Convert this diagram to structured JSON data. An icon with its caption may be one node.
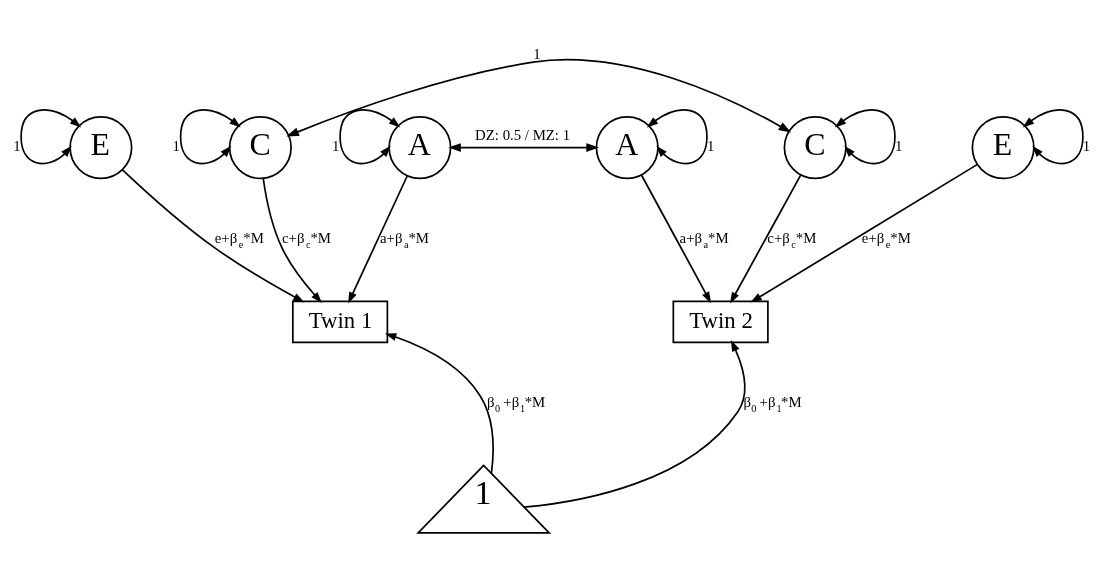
{
  "diagram": {
    "nodes": [
      {
        "text": [
          "E"
        ]
      },
      {
        "text": [
          "C"
        ]
      },
      {
        "text": [
          "A"
        ]
      },
      {
        "text": [
          "A"
        ]
      },
      {
        "text": [
          "C"
        ]
      },
      {
        "text": [
          "E"
        ]
      },
      {
        "text": [
          "Twin 1"
        ]
      },
      {
        "text": [
          "Twin 2"
        ]
      },
      {
        "text": [
          "1"
        ]
      }
    ],
    "edges": [
      {
        "from": 0,
        "to": 0,
        "arrow": "both",
        "label": "1"
      },
      {
        "from": 1,
        "to": 1,
        "arrow": "both",
        "label": "1"
      },
      {
        "from": 2,
        "to": 2,
        "arrow": "both",
        "label": "1"
      },
      {
        "from": 3,
        "to": 3,
        "arrow": "both",
        "label": "1"
      },
      {
        "from": 4,
        "to": 4,
        "arrow": "both",
        "label": "1"
      },
      {
        "from": 5,
        "to": 5,
        "arrow": "both",
        "label": "1"
      },
      {
        "from": 1,
        "to": 4,
        "arrow": "both",
        "label": "1"
      },
      {
        "from": 2,
        "to": 3,
        "arrow": "both",
        "label": "DZ: 0.5 / MZ: 1"
      },
      {
        "from": 0,
        "to": 6,
        "arrow": "to",
        "label": "e+β$_{e}$*M"
      },
      {
        "from": 1,
        "to": 6,
        "arrow": "to",
        "label": "c+β$_{c}$*M"
      },
      {
        "from": 2,
        "to": 6,
        "arrow": "to",
        "label": "a+β$_{a}$*M"
      },
      {
        "from": 3,
        "to": 7,
        "arrow": "to",
        "label": "a+β$_{a}$*M"
      },
      {
        "from": 4,
        "to": 7,
        "arrow": "to",
        "label": "c+β$_{c}$*M"
      },
      {
        "from": 5,
        "to": 7,
        "arrow": "to",
        "label": "e+β$_{e}$*M"
      },
      {
        "from": 8,
        "to": 6,
        "arrow": "to",
        "label": "β$_{0}$ +β$_{1}$*M"
      },
      {
        "from": 8,
        "to": 7,
        "arrow": "to",
        "label": "β$_{0}$ +β$_{1}$*M"
      }
    ]
  }
}
